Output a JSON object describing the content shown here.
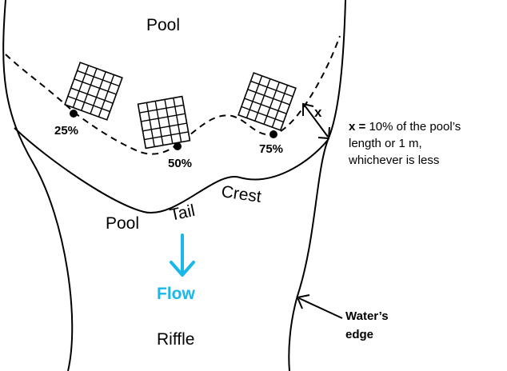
{
  "labels": {
    "pool_top": "Pool",
    "pool_tail_pool": "Pool",
    "pool_tail_tail": "Tail",
    "pool_tail_crest": "Crest",
    "flow": "Flow",
    "riffle": "Riffle",
    "x_marker": "x"
  },
  "markers": [
    {
      "label": "25%"
    },
    {
      "label": "50%"
    },
    {
      "label": "75%"
    }
  ],
  "note": {
    "x_bold": "x =",
    "line1": " 10% of the pool’s",
    "line2": "length or 1 m,",
    "line3": "whichever is less"
  },
  "waters_edge": {
    "line1": "Water’s",
    "line2": "edge"
  },
  "colors": {
    "flow": "#1ab7ea",
    "line": "#000000"
  }
}
